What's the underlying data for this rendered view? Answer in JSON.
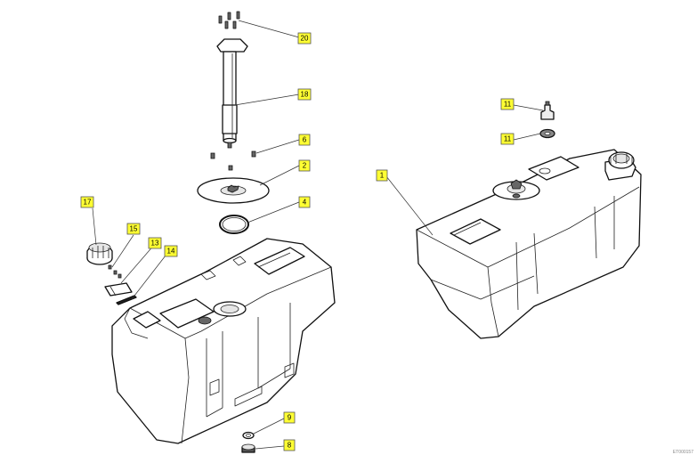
{
  "diagram": {
    "callouts": [
      {
        "id": "c20",
        "label": "20"
      },
      {
        "id": "c18",
        "label": "18"
      },
      {
        "id": "c6",
        "label": "6"
      },
      {
        "id": "c2",
        "label": "2"
      },
      {
        "id": "c4",
        "label": "4"
      },
      {
        "id": "c17",
        "label": "17"
      },
      {
        "id": "c15",
        "label": "15"
      },
      {
        "id": "c13",
        "label": "13"
      },
      {
        "id": "c14",
        "label": "14"
      },
      {
        "id": "c9",
        "label": "9"
      },
      {
        "id": "c8",
        "label": "8"
      },
      {
        "id": "c11a",
        "label": "11"
      },
      {
        "id": "c11b",
        "label": "11"
      },
      {
        "id": "c1",
        "label": "1"
      }
    ],
    "drawing_code": "ET000157"
  }
}
